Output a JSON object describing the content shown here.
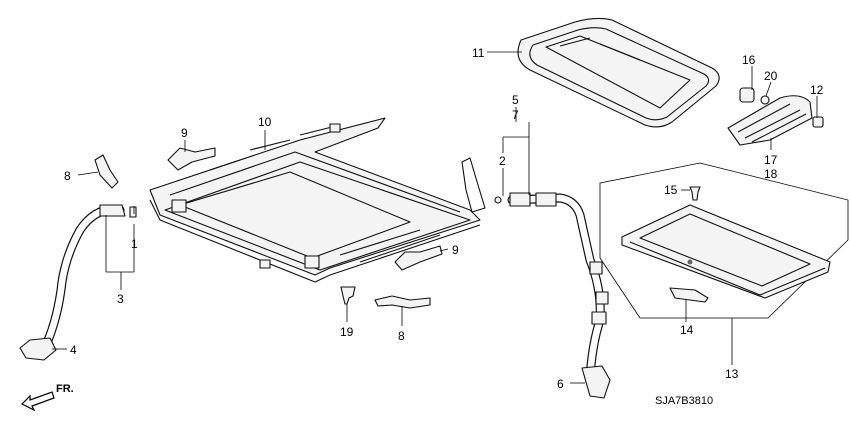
{
  "diagram": {
    "code": "SJA7B3810",
    "direction_label": "FR.",
    "callouts": {
      "c1": "1",
      "c2": "2",
      "c3": "3",
      "c4": "4",
      "c5": "5",
      "c6": "6",
      "c7": "7",
      "c8a": "8",
      "c8b": "8",
      "c9a": "9",
      "c9b": "9",
      "c10": "10",
      "c11": "11",
      "c12": "12",
      "c13": "13",
      "c14": "14",
      "c15": "15",
      "c16": "16",
      "c17": "17",
      "c18": "18",
      "c19": "19",
      "c20": "20"
    }
  }
}
